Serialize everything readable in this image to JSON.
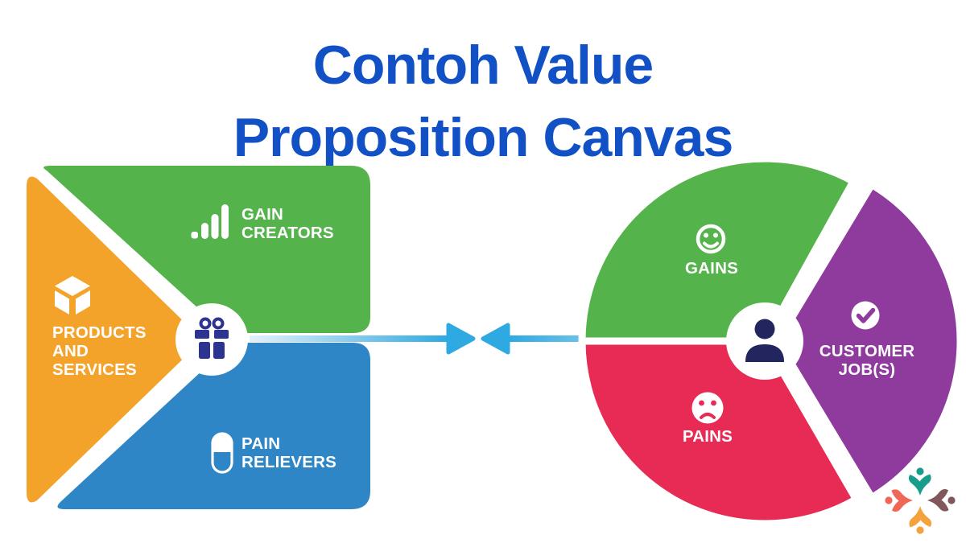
{
  "title": {
    "line1": "Contoh Value",
    "line2": "Proposition Canvas"
  },
  "colors": {
    "title_blue": "#1151C5",
    "green": "#55B34B",
    "orange": "#F3A329",
    "blue": "#2E86C6",
    "pink": "#E82B55",
    "purple": "#8F3A9D",
    "navy": "#2C3390",
    "dark_navy": "#23265E",
    "arrow_blue": "#2FA9E2",
    "arrow_light": "#E4F1FA",
    "white": "#FFFFFF",
    "logo_teal": "#189C8B",
    "logo_coral": "#F06657",
    "logo_brown": "#82575C",
    "logo_orange": "#F5A13C"
  },
  "value_map": {
    "gain_creators": {
      "line1": "GAIN",
      "line2": "CREATORS"
    },
    "products_services": {
      "line1": "PRODUCTS",
      "line2": "AND",
      "line3": "SERVICES"
    },
    "pain_relievers": {
      "line1": "PAIN",
      "line2": "RELIEVERS"
    }
  },
  "customer_profile": {
    "gains": {
      "label": "GAINS"
    },
    "pains": {
      "label": "PAINS"
    },
    "customer_jobs": {
      "line1": "CUSTOMER",
      "line2": "JOB(S)"
    }
  },
  "icons": {
    "left_center": "gift-icon",
    "right_center": "person-icon",
    "products_services": "cube-icon",
    "gain_creators": "bar-chart-icon",
    "pain_relievers": "pill-icon",
    "gains": "smiley-face-icon",
    "pains": "sad-face-icon",
    "customer_jobs": "check-circle-icon",
    "connector": "opposing-arrows-icon",
    "logo": "people-pinwheel-logo"
  }
}
